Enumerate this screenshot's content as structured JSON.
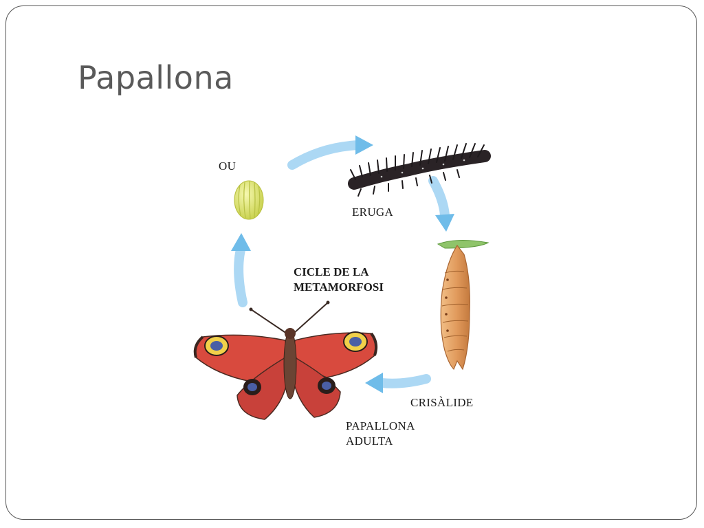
{
  "slide": {
    "title": "Papallona"
  },
  "diagram": {
    "caption": [
      "CICLE DE LA",
      "METAMORFOSI"
    ],
    "stages": [
      {
        "id": "egg",
        "label": "OU"
      },
      {
        "id": "caterpillar",
        "label": "ERUGA"
      },
      {
        "id": "pupa",
        "label": "CRISÀLIDE"
      },
      {
        "id": "adult",
        "label_lines": [
          "PAPALLONA",
          "ADULTA"
        ]
      }
    ],
    "colors": {
      "arrow": "#7fc3ec",
      "egg": "#e0e87a",
      "caterpillar": "#2a2326",
      "pupa": "#e3a266",
      "butterfly_wing": "#d84a3e",
      "butterfly_body": "#6b4434"
    }
  }
}
